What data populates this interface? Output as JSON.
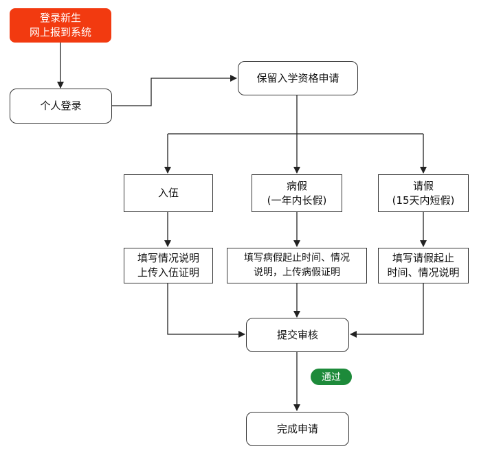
{
  "start": {
    "line1": "登录新生",
    "line2": "网上报到系统"
  },
  "login": {
    "label": "个人登录"
  },
  "apply": {
    "label": "保留入学资格申请"
  },
  "branches": {
    "military": {
      "label": "入伍"
    },
    "sick": {
      "line1": "病假",
      "line2": "(一年内长假)"
    },
    "leave": {
      "line1": "请假",
      "line2": "(15天内短假)"
    }
  },
  "fill": {
    "military": {
      "line1": "填写情况说明",
      "line2": "上传入伍证明"
    },
    "sick": {
      "line1": "填写病假起止时间、情况",
      "line2": "说明，上传病假证明"
    },
    "leave": {
      "line1": "填写请假起止",
      "line2": "时间、情况说明"
    }
  },
  "submit": {
    "label": "提交审核"
  },
  "pass": {
    "label": "通过"
  },
  "complete": {
    "label": "完成申请"
  },
  "colors": {
    "start": "#f23a10",
    "pass": "#1d8a3a",
    "stroke": "#222222"
  }
}
